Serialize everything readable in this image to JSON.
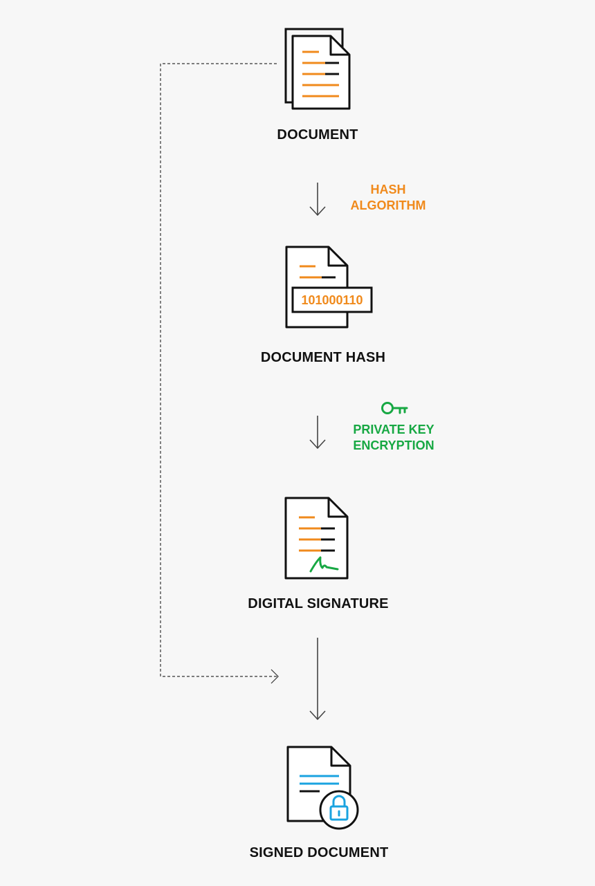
{
  "colors": {
    "background": "#f7f7f7",
    "ink": "#111111",
    "orange": "#f08a1c",
    "green": "#17a843",
    "blue": "#1aa3e0",
    "arrow": "#444444"
  },
  "steps": {
    "document": {
      "label": "DOCUMENT",
      "icon": "stacked-document-icon"
    },
    "hash": {
      "label": "DOCUMENT HASH",
      "icon": "hash-document-icon",
      "hash_value": "101000110"
    },
    "signature": {
      "label": "DIGITAL SIGNATURE",
      "icon": "signed-document-icon"
    },
    "signed": {
      "label": "SIGNED DOCUMENT",
      "icon": "locked-document-icon"
    }
  },
  "transitions": {
    "hash_algorithm": {
      "line1": "HASH",
      "line2": "ALGORITHM"
    },
    "private_key": {
      "line1": "PRIVATE KEY",
      "line2": "ENCRYPTION",
      "icon": "key-icon"
    }
  }
}
